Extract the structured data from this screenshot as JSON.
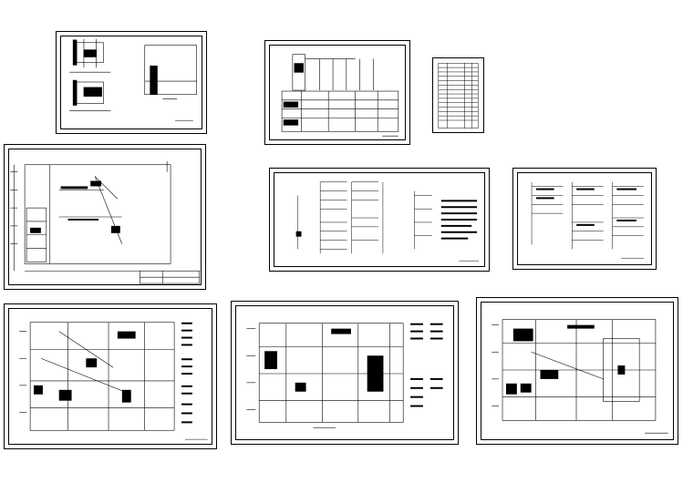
{
  "canvas": {
    "background": "#ffffff",
    "line_color": "#000000"
  },
  "sheets": [
    {
      "name": "sheet-detail-plans",
      "caption": ""
    },
    {
      "name": "sheet-distribution-system",
      "caption": ""
    },
    {
      "name": "sheet-material-table",
      "caption": ""
    },
    {
      "name": "sheet-wiring-plan-1",
      "caption": ""
    },
    {
      "name": "sheet-system-diagram-a",
      "caption": ""
    },
    {
      "name": "sheet-system-diagram-b",
      "caption": ""
    },
    {
      "name": "sheet-floor-plan-lighting",
      "caption": ""
    },
    {
      "name": "sheet-floor-plan-sockets",
      "caption": ""
    },
    {
      "name": "sheet-floor-plan-power",
      "caption": ""
    }
  ]
}
